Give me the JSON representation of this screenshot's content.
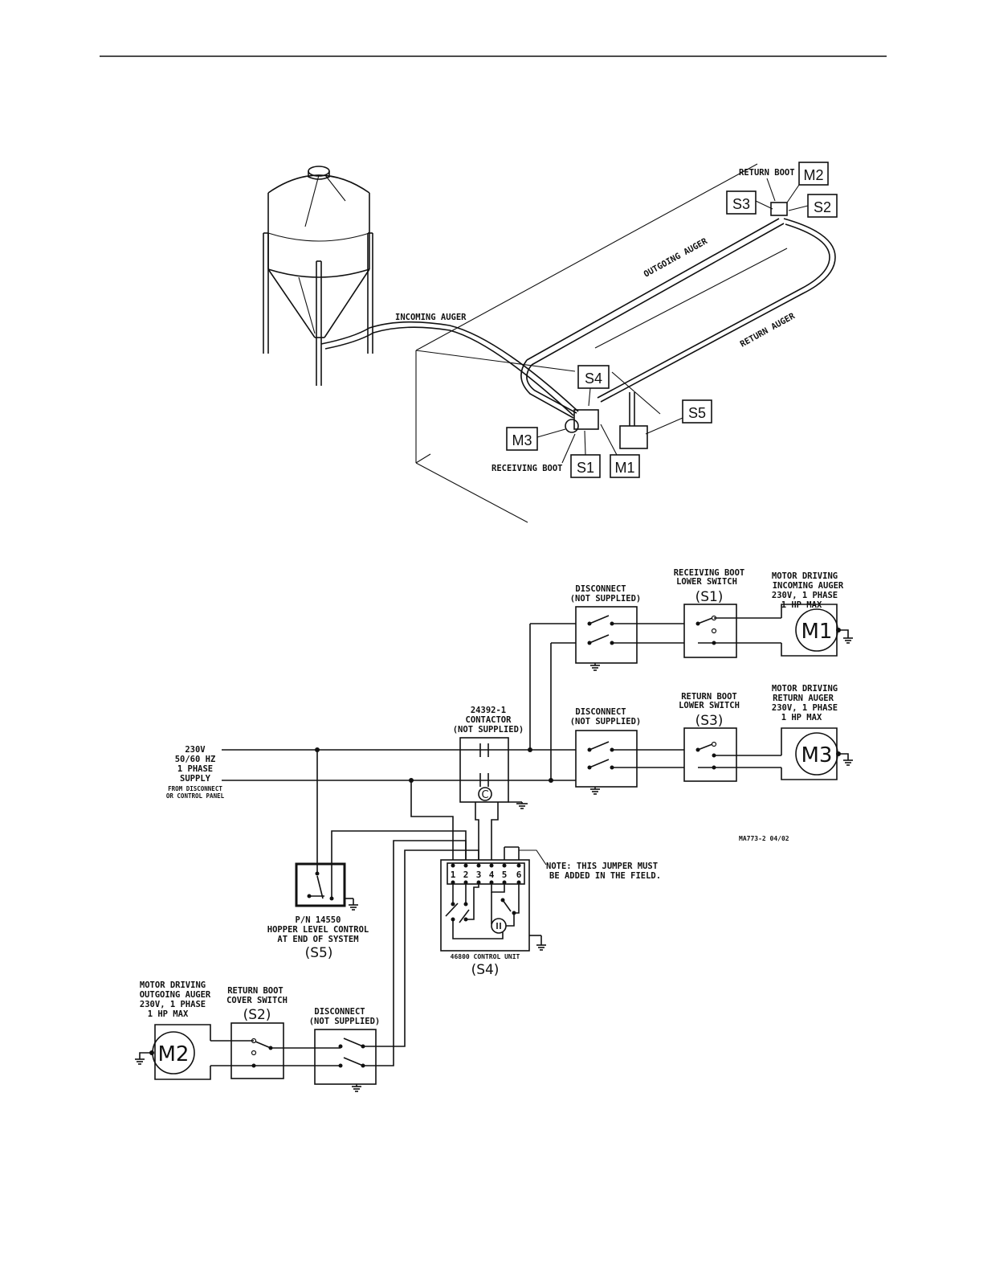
{
  "pictorial": {
    "incoming_auger": "INCOMING AUGER",
    "outgoing_auger": "OUTGOING AUGER",
    "return_auger": "RETURN AUGER",
    "return_boot": "RETURN BOOT",
    "receiving_boot": "RECEIVING BOOT",
    "tags": {
      "m1": "M1",
      "m2": "M2",
      "m3": "M3",
      "s1": "S1",
      "s2": "S2",
      "s3": "S3",
      "s4": "S4",
      "s5": "S5"
    }
  },
  "schematic": {
    "supply": {
      "line1": "230V",
      "line2": "50/60 HZ",
      "line3": "1 PHASE",
      "line4": "SUPPLY",
      "line5": "FROM DISCONNECT",
      "line6": "OR CONTROL PANEL"
    },
    "contactor": {
      "line1": "24392-1",
      "line2": "CONTACTOR",
      "line3": "(NOT SUPPLIED)",
      "symbol": "C"
    },
    "disconnect_top": {
      "line1": "DISCONNECT",
      "line2": "(NOT SUPPLIED)"
    },
    "disconnect_mid": {
      "line1": "DISCONNECT",
      "line2": "(NOT SUPPLIED)"
    },
    "disconnect_bottom": {
      "line1": "DISCONNECT",
      "line2": "(NOT SUPPLIED)"
    },
    "s1": {
      "line1": "RECEIVING BOOT",
      "line2": "LOWER SWITCH",
      "id": "(S1)"
    },
    "s3": {
      "line1": "RETURN BOOT",
      "line2": "LOWER SWITCH",
      "id": "(S3)"
    },
    "s2": {
      "line1": "RETURN BOOT",
      "line2": "COVER SWITCH",
      "id": "(S2)"
    },
    "m1": {
      "line1": "MOTOR DRIVING",
      "line2": "INCOMING AUGER",
      "line3": "230V, 1 PHASE",
      "line4": "1 HP MAX",
      "id": "M1"
    },
    "m3": {
      "line1": "MOTOR DRIVING",
      "line2": "RETURN AUGER",
      "line3": "230V, 1 PHASE",
      "line4": "1 HP MAX",
      "id": "M3"
    },
    "m2": {
      "line1": "MOTOR DRIVING",
      "line2": "OUTGOING AUGER",
      "line3": "230V, 1 PHASE",
      "line4": "1 HP MAX",
      "id": "M2"
    },
    "s5": {
      "line1": "P/N 14550",
      "line2": "HOPPER LEVEL CONTROL",
      "line3": "AT END OF SYSTEM",
      "id": "(S5)"
    },
    "control_unit": {
      "label": "46800 CONTROL UNIT",
      "id": "(S4)",
      "terminals": [
        "1",
        "2",
        "3",
        "4",
        "5",
        "6"
      ]
    },
    "note": {
      "line1": "NOTE: THIS JUMPER MUST",
      "line2": "BE ADDED IN THE FIELD."
    },
    "drawing_no": "MA773-2 04/02"
  }
}
